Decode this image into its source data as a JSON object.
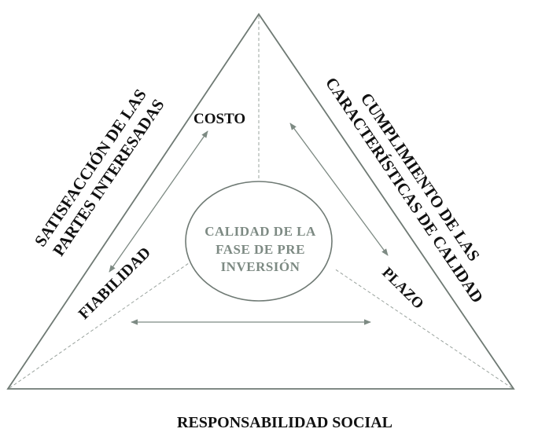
{
  "diagram": {
    "left_side_label": [
      "SATISFACCIÓN DE LAS",
      "PARTES INTERESADAS"
    ],
    "right_side_label": [
      "CUMPLIMIENTO DE LAS",
      "CARACTERÍSTICAS DE CALIDAD"
    ],
    "bottom_label": "RESPONSABILIDAD SOCIAL",
    "vertex_costo": "COSTO",
    "vertex_fiabilidad": "FIABILIDAD",
    "vertex_plazo": "PLAZO",
    "center_lines": [
      "CALIDAD DE LA",
      "FASE DE PRE",
      "INVERSIÓN"
    ],
    "colors": {
      "outline": "#6f7a74",
      "arrow": "#7d8a83",
      "text": "#111111",
      "center_text": "#7d8a83"
    }
  }
}
